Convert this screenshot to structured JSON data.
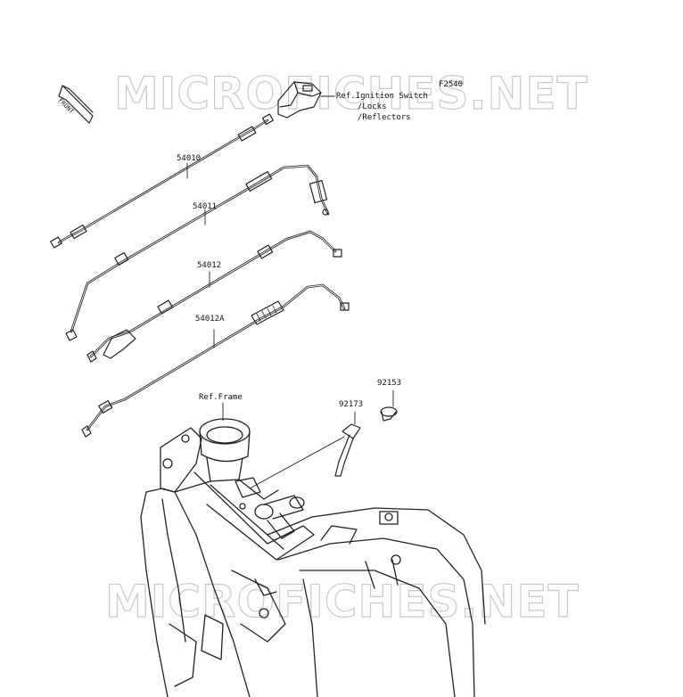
{
  "diagram_code": "F2540",
  "front_label": "FRONT",
  "watermark": "MICROFICHES.NET",
  "parts": {
    "p54010": "54010",
    "p54011": "54011",
    "p54012": "54012",
    "p54012a": "54012A",
    "p92173": "92173",
    "p92153": "92153"
  },
  "refs": {
    "ignition": "Ref.Ignition Switch",
    "locks": "/Locks",
    "reflectors": "/Reflectors",
    "frame": "Ref.Frame"
  },
  "colors": {
    "line": "#222222",
    "watermark_outline": "#c9c9c9"
  }
}
